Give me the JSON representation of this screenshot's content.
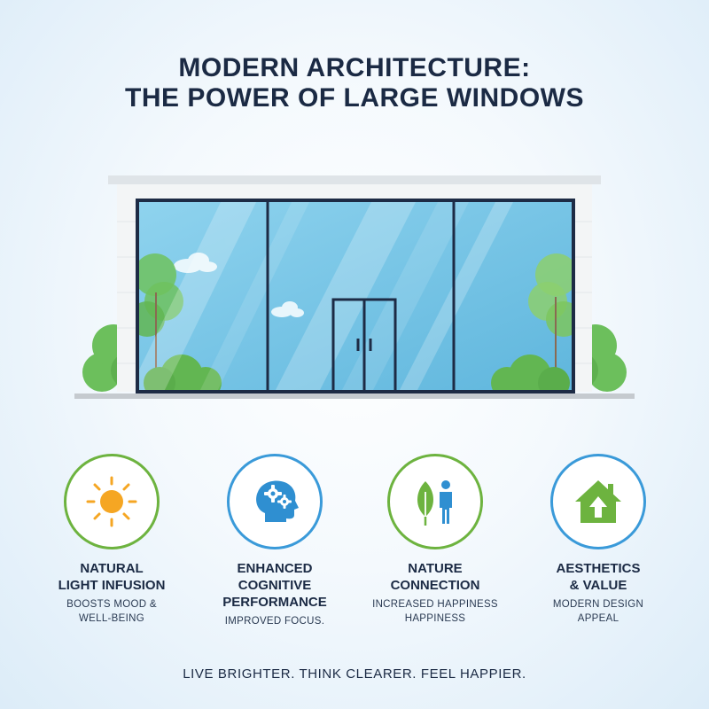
{
  "title": {
    "line1": "MODERN ARCHITECTURE:",
    "line2": "THE POWER OF LARGE WINDOWS"
  },
  "features": [
    {
      "heading": "NATURAL\nLIGHT INFUSION",
      "description": "BOOSTS MOOD &\nWELL-BEING",
      "icon": "sun-icon"
    },
    {
      "heading": "ENHANCED\nCOGNITIVE\nPERFORMANCE",
      "description": "IMPROVED FOCUS.",
      "icon": "brain-gears-icon"
    },
    {
      "heading": "NATURE\nCONNECTION",
      "description": "INCREASED HAPPINESS\nHAPPINESS",
      "icon": "leaf-person-icon"
    },
    {
      "heading": "AESTHETICS\n& VALUE",
      "description": "MODERN DESIGN\nAPPEAL",
      "icon": "house-arrow-icon"
    }
  ],
  "tagline": "LIVE BRIGHTER. THINK CLEARER. FEEL HAPPIER.",
  "colors": {
    "navy": "#1b2a44",
    "green": "#6db33f",
    "blue": "#3a9ad9",
    "sun": "#f5a623",
    "glass": "#7cc8e6"
  }
}
